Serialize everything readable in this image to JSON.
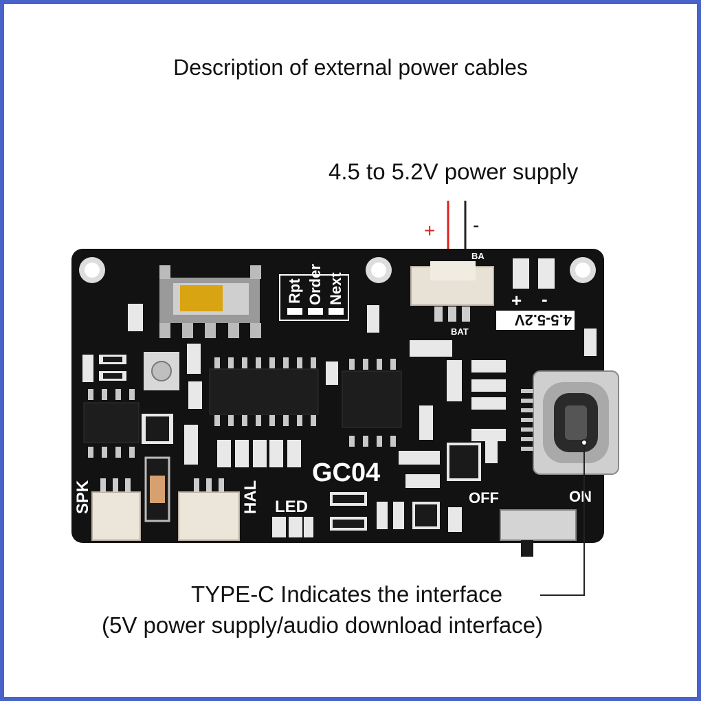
{
  "title": "Description of external power cables",
  "power_supply": {
    "label": "4.5 to 5.2V power supply",
    "plus": "+",
    "minus": "-"
  },
  "typec": {
    "label": "TYPE-C Indicates the interface",
    "sublabel": "(5V power supply/audio download interface)"
  },
  "board": {
    "model": "GC04",
    "voltage": "4.5-5.2V",
    "bat_top": "BA",
    "bat_bottom": "BAT",
    "rpt": "Rpt",
    "order": "Order",
    "next": "Next",
    "spk": "SPK",
    "hal": "HAL",
    "led": "LED",
    "off": "OFF",
    "on": "ON",
    "pad_plus": "+",
    "pad_minus": "-"
  },
  "colors": {
    "frame": "#4a63c8",
    "board": "#111111",
    "plus_wire": "#e0201c",
    "minus_wire": "#222222"
  }
}
